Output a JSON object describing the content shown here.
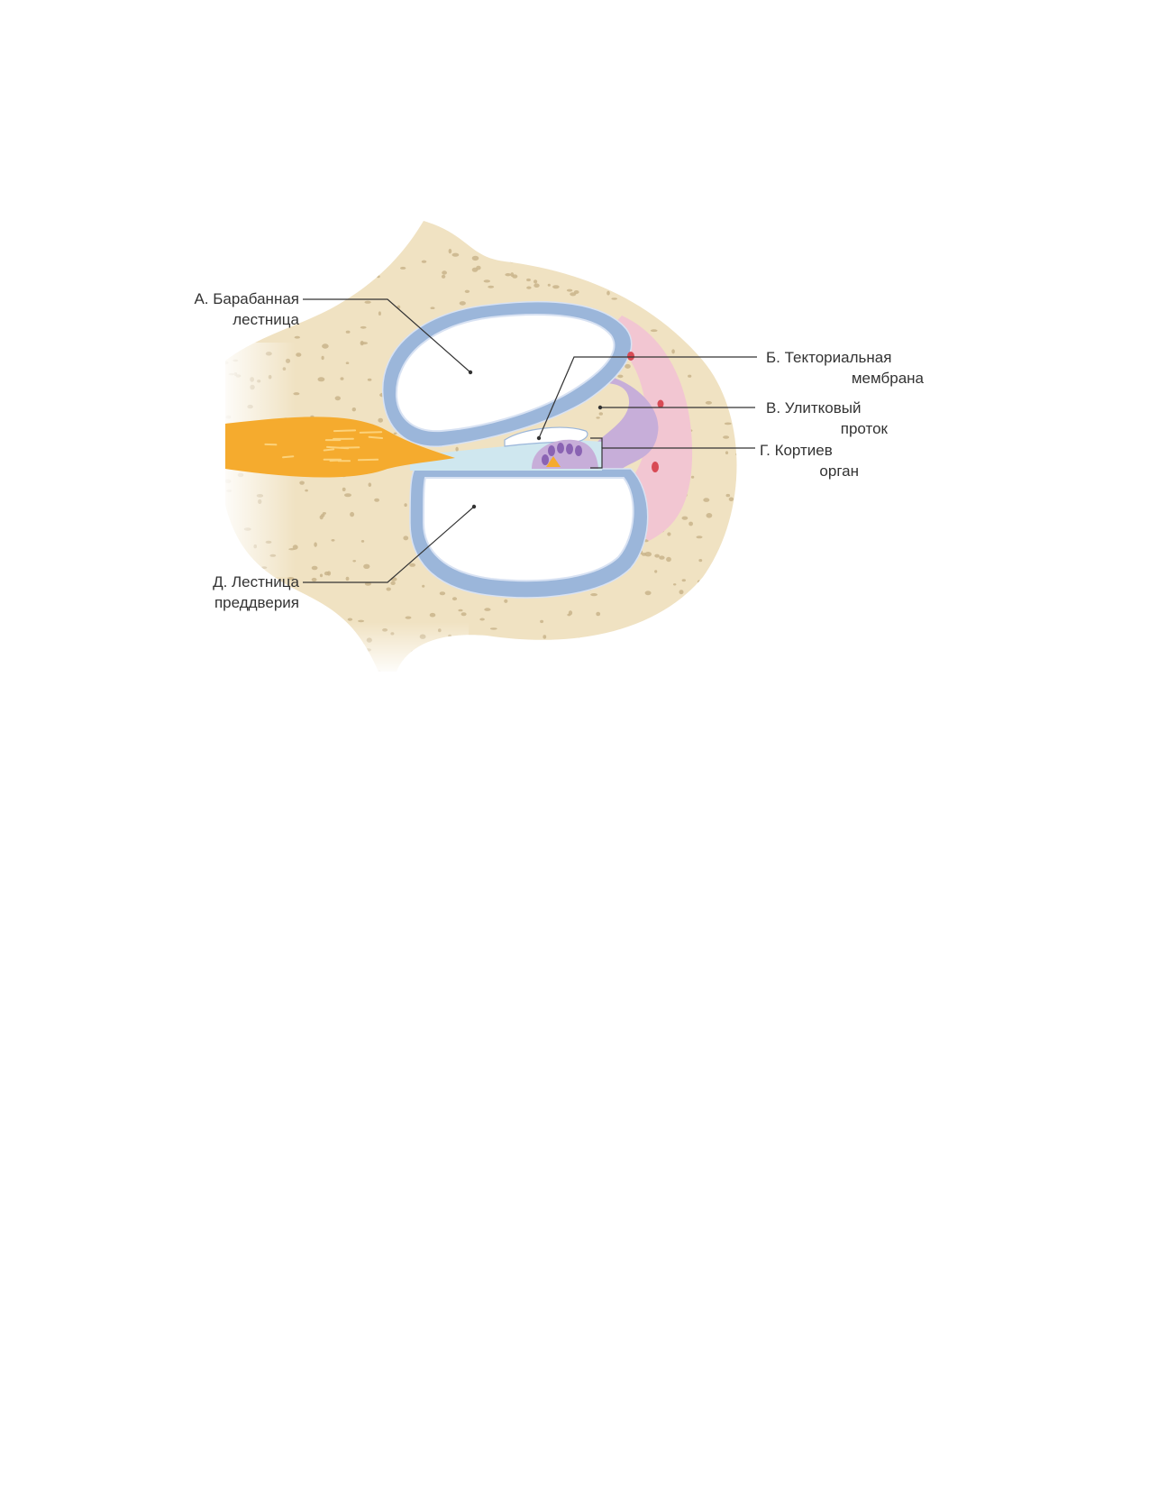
{
  "figure": {
    "labels": {
      "a": {
        "line1": "А. Барабанная",
        "line2": "лестница"
      },
      "b": {
        "line1": "Б. Текториальная",
        "line2": "мембрана"
      },
      "v": {
        "line1": "В. Улитковый",
        "line2": "проток"
      },
      "g": {
        "line1": "Г. Кортиев",
        "line2": "орган"
      },
      "d": {
        "line1": "Д. Лестница",
        "line2": "преддверия"
      }
    },
    "colors": {
      "bone": "#f0e2c2",
      "bone_dots": "#c9b48b",
      "scala_lining": "#9bb6da",
      "lining_dots": "#d8e2f3",
      "nerve": "#f5ab2e",
      "nerve_strands": "#fcd27a",
      "stria": "#f2c6d2",
      "ligament_purple": "#c7aed9",
      "tectorial": "#cfe7ef",
      "organ_cells": "#8a63b3",
      "vessel": "#d84a55",
      "leader_line": "#333333"
    }
  }
}
